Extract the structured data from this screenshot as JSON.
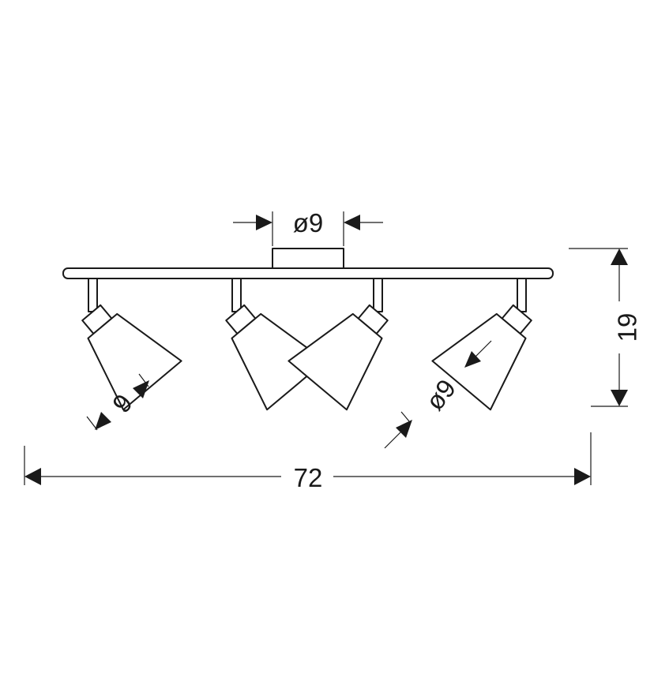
{
  "dimensions": {
    "base_diameter": "ø9",
    "height": "19",
    "total_length": "72",
    "shade_length": "9",
    "shade_diameter": "ø9"
  },
  "colors": {
    "line": "#1a1a1a",
    "background": "#ffffff"
  }
}
